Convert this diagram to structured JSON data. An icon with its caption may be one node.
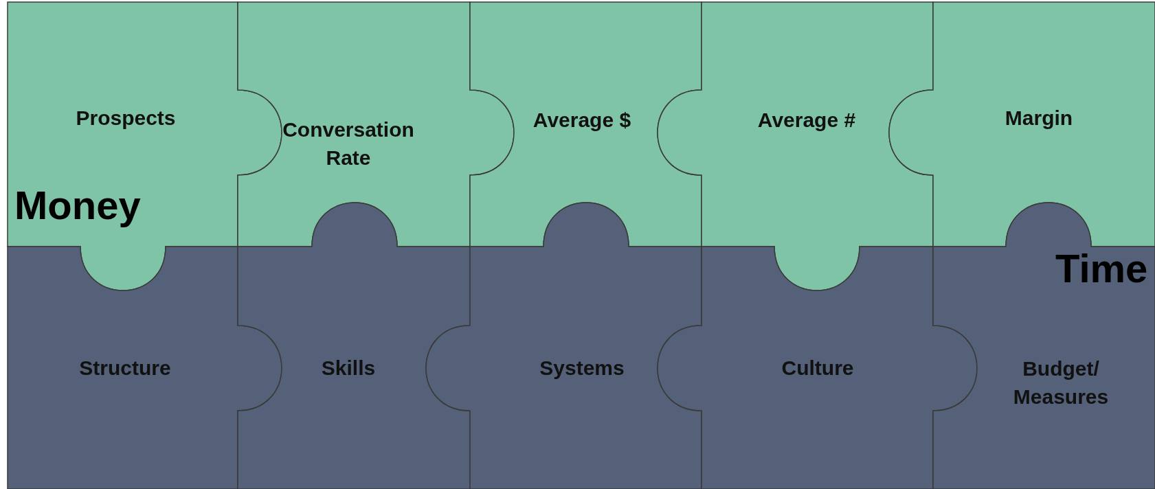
{
  "diagram": {
    "nodes": [
      {
        "text": [
          "Prospects"
        ]
      },
      {
        "text": [
          "Conversation Rate"
        ]
      },
      {
        "text": [
          "Average $"
        ]
      },
      {
        "text": [
          "Average #"
        ]
      },
      {
        "text": [
          "Margin"
        ]
      },
      {
        "text": [
          "Structure"
        ]
      },
      {
        "text": [
          "Skills"
        ]
      },
      {
        "text": [
          "Systems"
        ]
      },
      {
        "text": [
          "Culture"
        ]
      },
      {
        "text": [
          "Budget/ Measures"
        ]
      }
    ],
    "labels": [
      "Money",
      "Time"
    ]
  }
}
